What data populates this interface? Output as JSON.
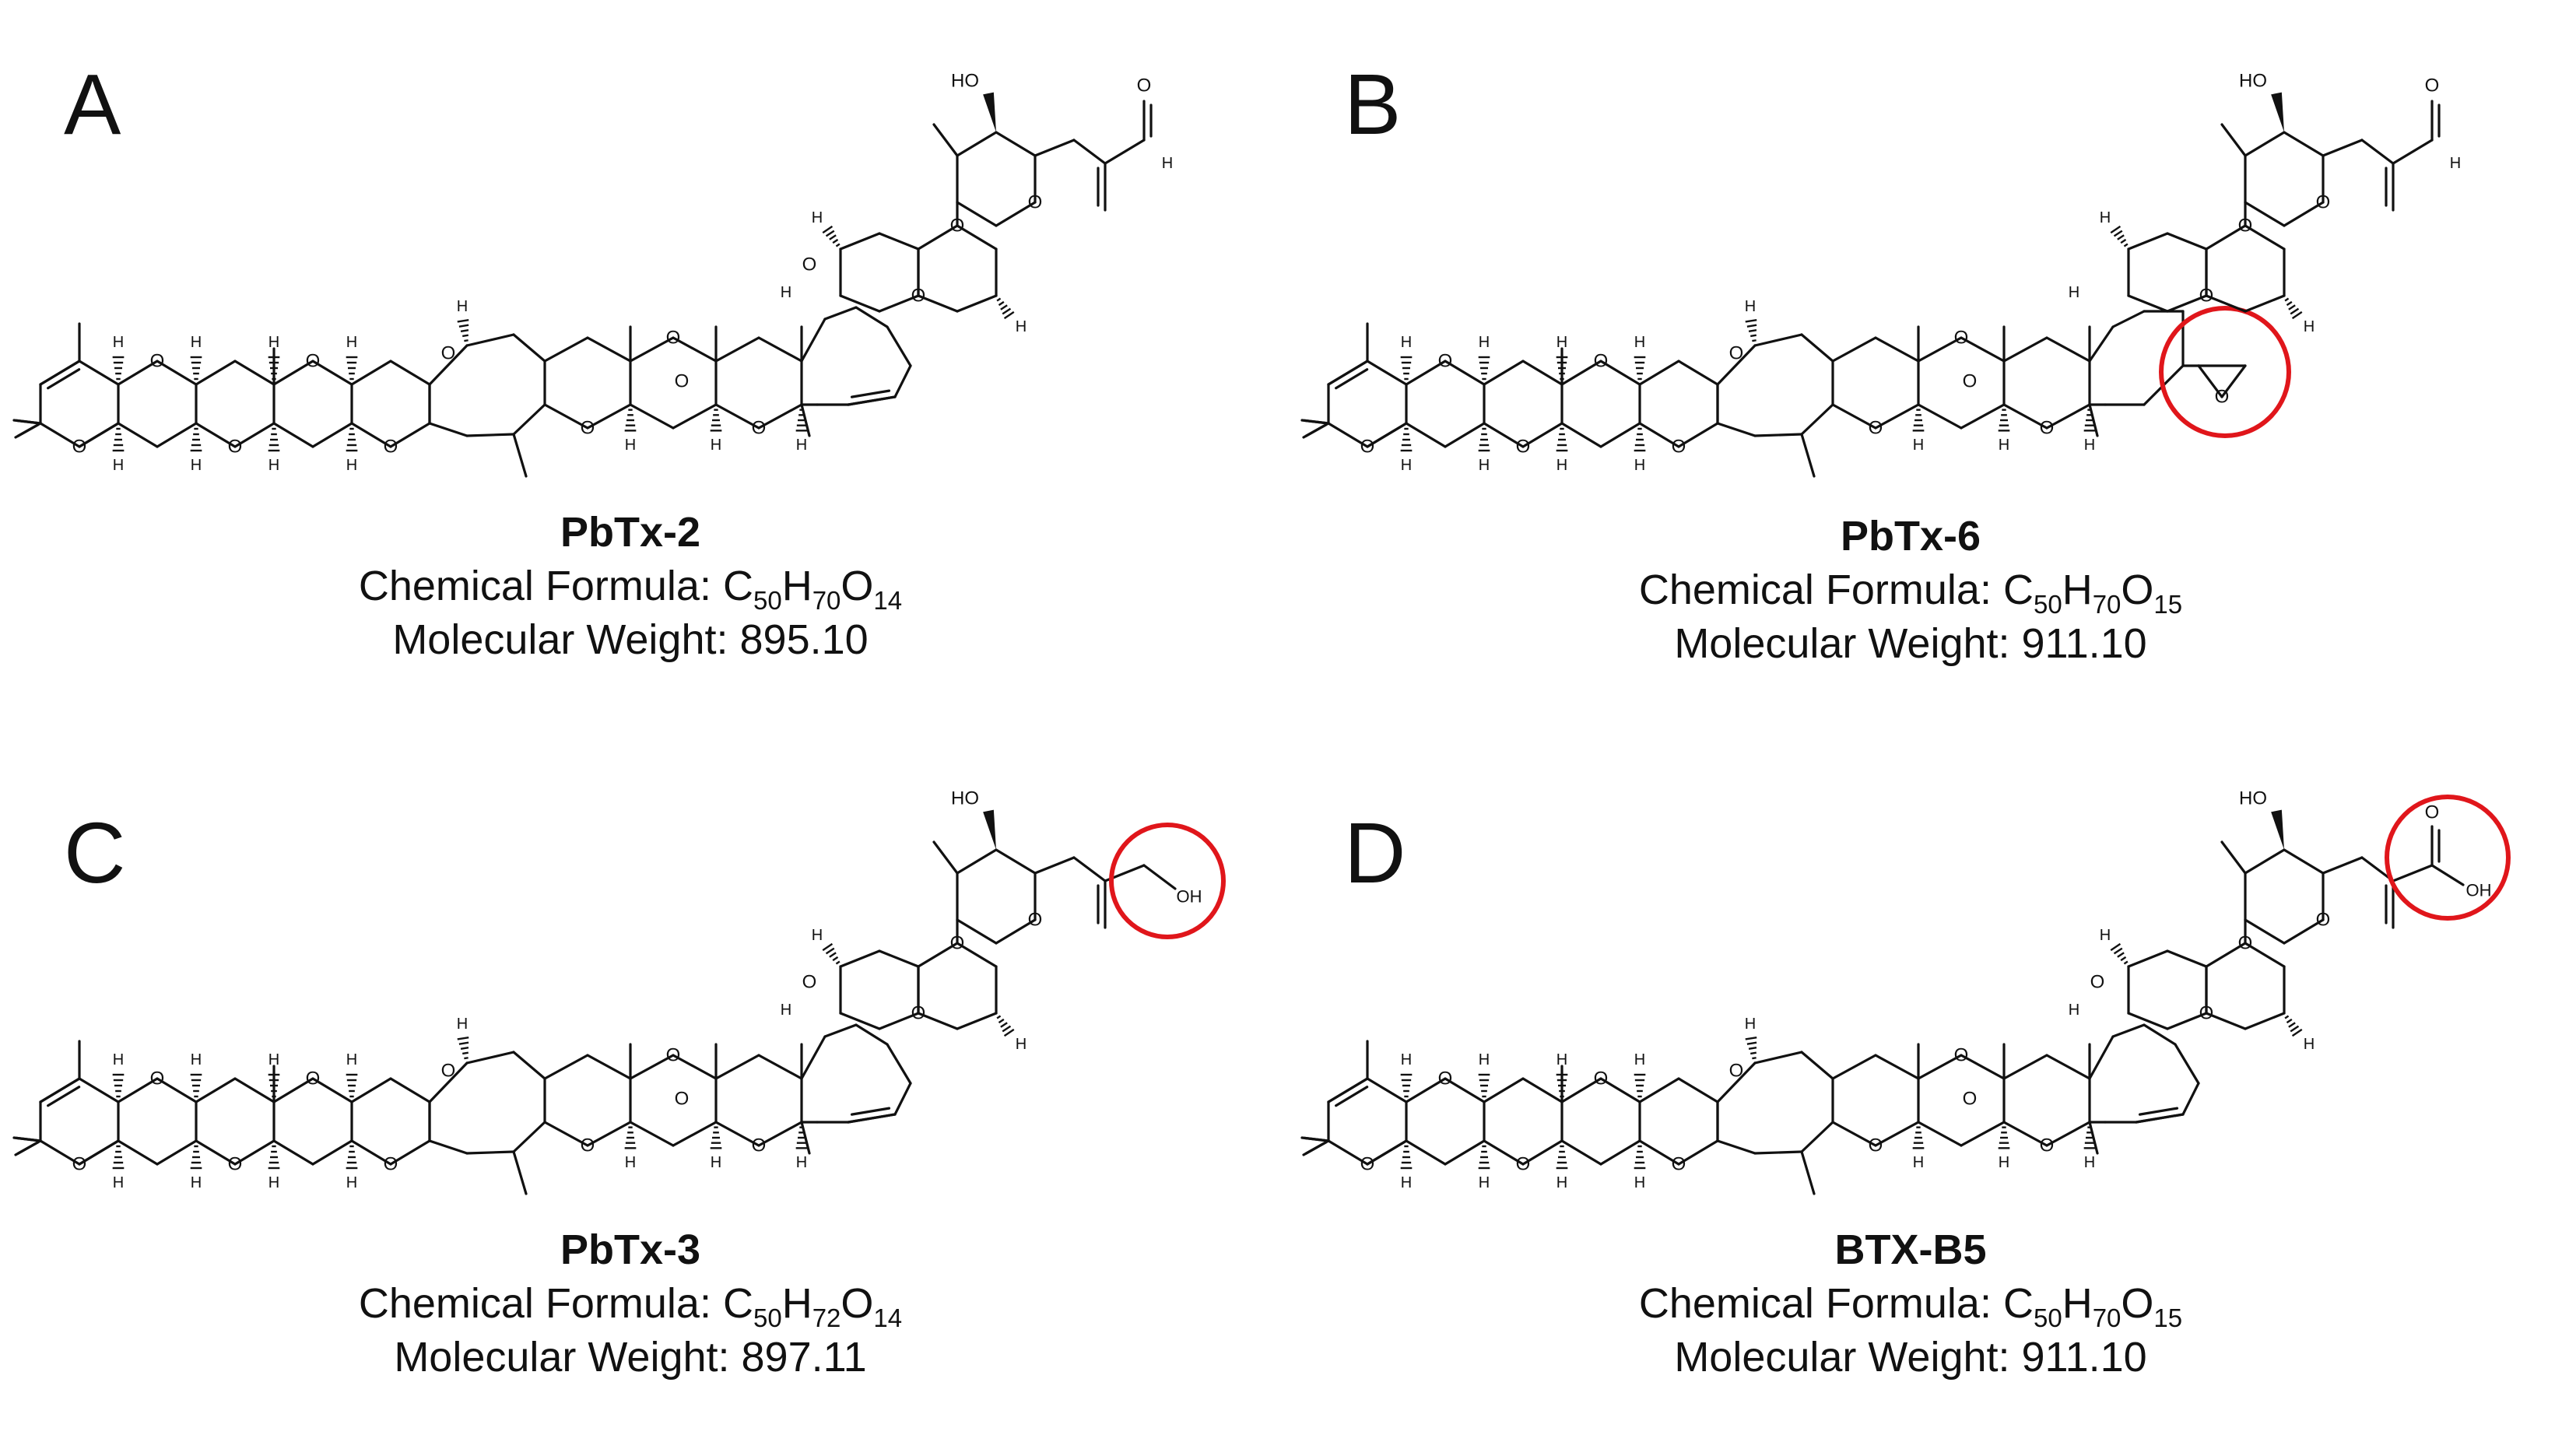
{
  "panels": [
    {
      "label": "A",
      "name": "PbTx-2",
      "formula": {
        "prefix": "Chemical Formula: ",
        "c": "C",
        "c_sub": "50",
        "h": "H",
        "h_sub": "70",
        "o": "O",
        "o_sub": "14"
      },
      "weight": {
        "prefix": "Molecular Weight: ",
        "value": "895.10"
      },
      "variant": "aldehyde",
      "highlight": "none"
    },
    {
      "label": "B",
      "name": "PbTx-6",
      "formula": {
        "prefix": "Chemical Formula: ",
        "c": "C",
        "c_sub": "50",
        "h": "H",
        "h_sub": "70",
        "o": "O",
        "o_sub": "15"
      },
      "weight": {
        "prefix": "Molecular Weight: ",
        "value": "911.10"
      },
      "variant": "epoxide",
      "highlight": "epoxide"
    },
    {
      "label": "C",
      "name": "PbTx-3",
      "formula": {
        "prefix": "Chemical Formula: ",
        "c": "C",
        "c_sub": "50",
        "h": "H",
        "h_sub": "72",
        "o": "O",
        "o_sub": "14"
      },
      "weight": {
        "prefix": "Molecular Weight: ",
        "value": "897.11"
      },
      "variant": "alcohol",
      "highlight": "side-chain"
    },
    {
      "label": "D",
      "name": "BTX-B5",
      "formula": {
        "prefix": "Chemical Formula: ",
        "c": "C",
        "c_sub": "50",
        "h": "H",
        "h_sub": "70",
        "o": "O",
        "o_sub": "15"
      },
      "weight": {
        "prefix": "Molecular Weight: ",
        "value": "911.10"
      },
      "variant": "acid",
      "highlight": "side-chain"
    }
  ],
  "atoms": {
    "oxygen": "O",
    "hydrogen": "H",
    "hydroxyl": "OH",
    "hydroxyl_prefix": "HO"
  },
  "colors": {
    "highlight": "#e0161b",
    "bond": "#111111"
  }
}
